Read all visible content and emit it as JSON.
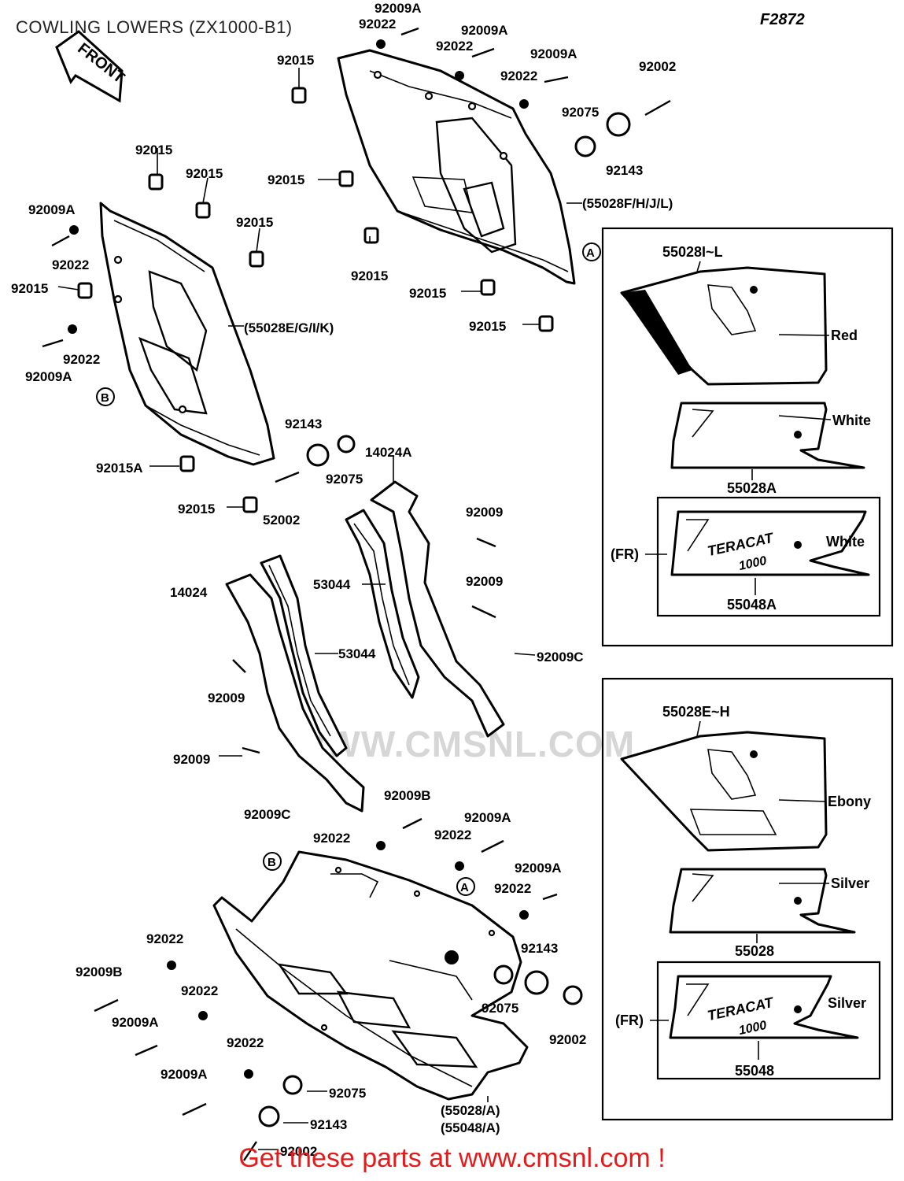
{
  "title": "COWLING LOWERS (ZX1000-B1)",
  "figure_code": "F2872",
  "front_arrow_label": "FRONT",
  "watermark": "WWW.CMSNL.COM",
  "cta": "Get these parts at www.cmsnl.com !",
  "reference_marks": {
    "a": "A",
    "b": "B"
  },
  "labels": {
    "l1": "92009A",
    "l2": "92022",
    "l3": "92009A",
    "l4": "92022",
    "l5": "92009A",
    "l6": "92015",
    "l7": "92022",
    "l8": "92002",
    "l9": "92075",
    "l10": "92143",
    "l11": "92015",
    "l12": "92015",
    "l13": "92015",
    "l14": "92015",
    "l15": "92009A",
    "l16": "92022",
    "l17": "92015",
    "l18": "(55028F/H/J/L)",
    "l19": "92015",
    "l20": "92015",
    "l21": "92015",
    "l22": "(55028E/G/I/K)",
    "l23": "92022",
    "l24": "92009A",
    "l25": "92143",
    "l26": "92075",
    "l27": "14024A",
    "l28": "92015A",
    "l29": "92015",
    "l30": "52002",
    "l31": "92009",
    "l32": "14024",
    "l33": "53044",
    "l34": "92009",
    "l35": "53044",
    "l36": "92009C",
    "l37": "92009",
    "l38": "92009",
    "l39": "92009C",
    "l40": "92009B",
    "l41": "92009A",
    "l42": "92022",
    "l43": "92022",
    "l44": "92009A",
    "l45": "92022",
    "l46": "92022",
    "l47": "92143",
    "l48": "92009B",
    "l49": "92022",
    "l50": "92075",
    "l51": "92009A",
    "l52": "92002",
    "l53": "92022",
    "l54": "92009A",
    "l55": "92075",
    "l56": "(55028/A)",
    "l57": "(55048/A)",
    "l58": "92143",
    "l59": "92002"
  },
  "color_variants": {
    "top_box": {
      "header": "55028I~L",
      "upper_color": "Red",
      "mid_color": "White",
      "mid_part": "55028A",
      "fr_label": "(FR)",
      "decal_color": "White",
      "decal_part": "55048A",
      "decal_brand": "TERACAT",
      "decal_model": "1000"
    },
    "bottom_box": {
      "header": "55028E~H",
      "upper_color": "Ebony",
      "mid_color": "Silver",
      "mid_part": "55028",
      "fr_label": "(FR)",
      "decal_color": "Silver",
      "decal_part": "55048",
      "decal_brand": "TERACAT",
      "decal_model": "1000"
    }
  }
}
